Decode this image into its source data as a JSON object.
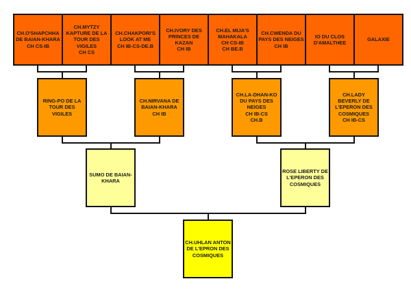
{
  "pedigree": {
    "subject": {
      "name": "CH.UHLAN ANTON\nDE L'EPRON DES\nCOSMIQUES"
    },
    "parents": [
      {
        "name": "SUMO DE BAIAN-\nKHARA",
        "role": "sire"
      },
      {
        "name": "ROSE LIBERTY DE\nL'EPERON DES\nCOSMIQUES",
        "role": "dam"
      }
    ],
    "grandparents": [
      {
        "name": "RING-PO DE LA\nTOUR DES VIGILES"
      },
      {
        "name": "CH.NIRVANA DE\nBAIAN-KHARA\nCH IB"
      },
      {
        "name": "CH.LA-DHAN-KO\nDU PAYS DES\nNEIGES\nCH IB-CS\nCH.B"
      },
      {
        "name": "CH.LADY\nBEVERLY DE\nL'EPERON DES\nCOSMIQUES\nCH IB-CS"
      }
    ],
    "great_grandparents": [
      {
        "name": "CH.O'SHAPCHHA\nDE BAIAN-KHARA\nCH CS-IB"
      },
      {
        "name": "CH.MYTZY\nKAPTURE DE LA\nTOUR DES VIGILES\nCH CS"
      },
      {
        "name": "CH.CHAKPORI'S\nLOOK AT ME\nCH IB-CS-DE.B"
      },
      {
        "name": "CH.IVORY DES\nPRINCES DE\nKAZAN\nCH IB"
      },
      {
        "name": "CH.EL MIJA'S\nMAHAKALA\nCH CS-IB\nCH BE.B"
      },
      {
        "name": "CH.CWENDA DU\nPAYS DES NEIGES\nCH IB"
      },
      {
        "name": "IO DU CLOS\nD'AMALTHEE"
      },
      {
        "name": "GALAXIE"
      }
    ]
  },
  "colors": {
    "gen1": "#ff6600",
    "gen2": "#ff9900",
    "gen3": "#ffff99",
    "gen4": "#ffff00",
    "line": "#111111"
  }
}
